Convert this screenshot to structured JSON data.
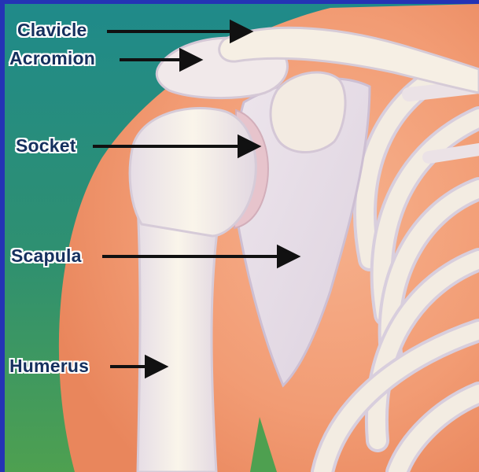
{
  "labels": {
    "clavicle": "Clavicle",
    "acromion": "Acromion",
    "socket": "Socket",
    "scapula": "Scapula",
    "humerus": "Humerus"
  },
  "colors": {
    "frame": "#2433b5",
    "background_teal": "#2a8c86",
    "background_green": "#3f9a55",
    "skin": "#f2a07a",
    "bone": "#f4ede0",
    "bone_shadow": "#d9cfe0",
    "label_text": "#15305e",
    "arrow": "#111111"
  },
  "icons": {
    "arrow": "right-pointing-arrow"
  }
}
